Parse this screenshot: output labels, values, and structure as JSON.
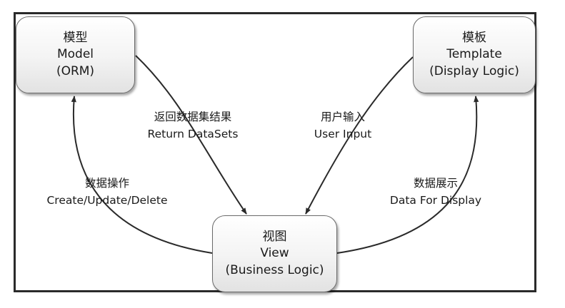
{
  "nodes": {
    "model": {
      "zh": "模型",
      "en": "Model",
      "sub": "(ORM)"
    },
    "template": {
      "zh": "模板",
      "en": "Template",
      "sub": "(Display Logic)"
    },
    "view": {
      "zh": "视图",
      "en": "View",
      "sub": "(Business Logic)"
    }
  },
  "edges": {
    "return_datasets": {
      "zh": "返回数据集结果",
      "en": "Return DataSets"
    },
    "user_input": {
      "zh": "用户输入",
      "en": "User Input"
    },
    "data_ops": {
      "zh": "数据操作",
      "en": "Create/Update/Delete"
    },
    "data_display": {
      "zh": "数据展示",
      "en": "Data For Display"
    }
  }
}
